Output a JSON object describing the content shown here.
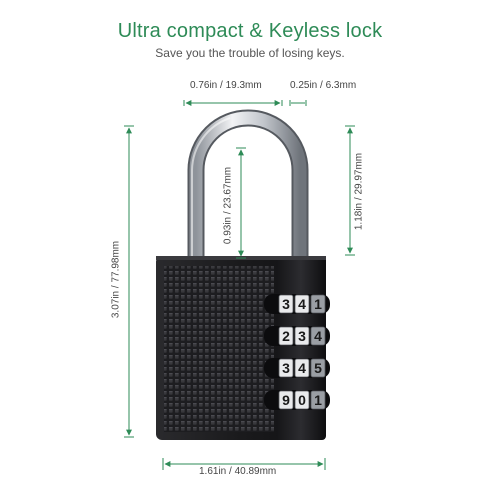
{
  "header": {
    "title": "Ultra compact & Keyless lock",
    "subtitle": "Save you the trouble of losing keys."
  },
  "dimensions": {
    "shackle_width": "0.76in / 19.3mm",
    "shackle_thickness": "0.25in / 6.3mm",
    "total_height": "3.07in / 77.98mm",
    "shackle_inner_height": "0.93in / 23.67mm",
    "shackle_clearance": "1.18in / 29.97mm",
    "body_width": "1.61in / 40.89mm"
  },
  "dials": [
    [
      "3",
      "4",
      "1"
    ],
    [
      "2",
      "3",
      "4"
    ],
    [
      "3",
      "4",
      "5"
    ],
    [
      "9",
      "0",
      "1"
    ]
  ],
  "colors": {
    "accent": "#2e8b57",
    "lock_body": "#1c1c1e",
    "shackle": "#c9ccd1"
  }
}
